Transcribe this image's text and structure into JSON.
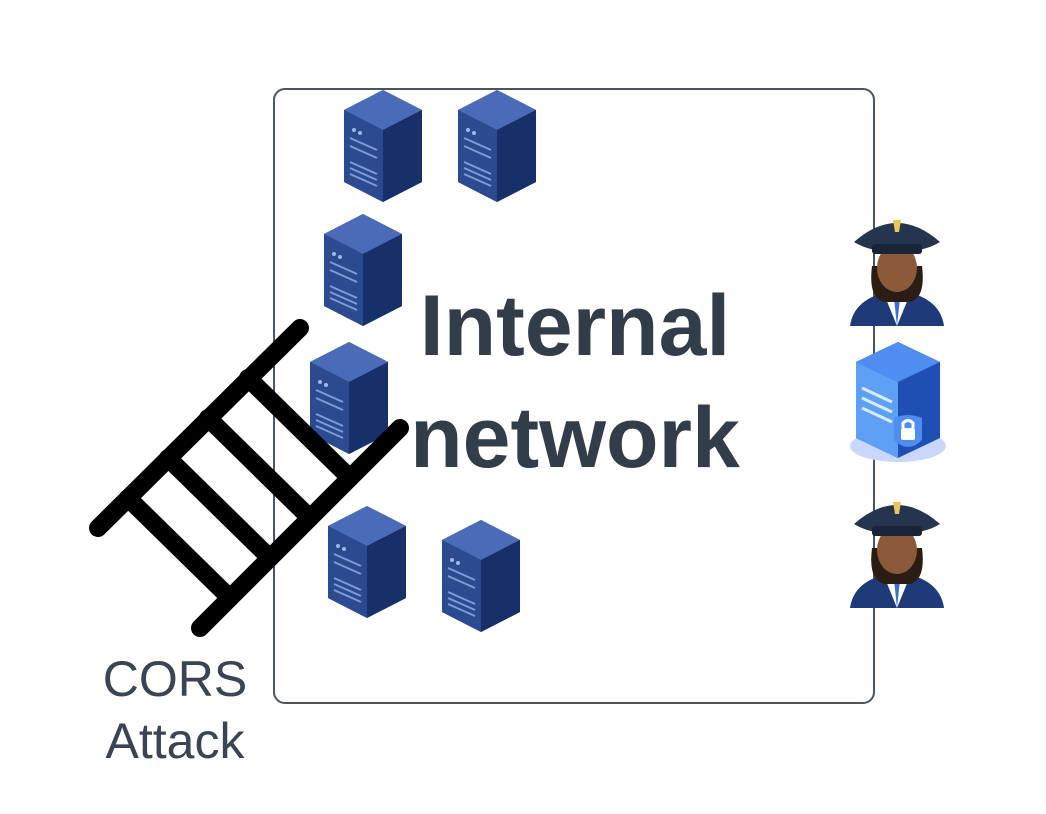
{
  "diagram": {
    "network_label_line1": "Internal",
    "network_label_line2": "network",
    "attack_label_line1": "CORS",
    "attack_label_line2": "Attack"
  },
  "icons": {
    "servers": [
      "server-icon",
      "server-icon",
      "server-icon",
      "server-icon",
      "server-icon",
      "server-icon"
    ],
    "guards": [
      "police-officer-icon",
      "police-officer-icon"
    ],
    "secure_server": "secure-server-lock-icon",
    "attack_tool": "ladder-icon"
  },
  "colors": {
    "server_front": "#1f3a78",
    "server_side": "#2f4f98",
    "server_top": "#4a6cb8",
    "box_border": "#4a5563",
    "text": "#333d49",
    "ladder": "#000000"
  }
}
